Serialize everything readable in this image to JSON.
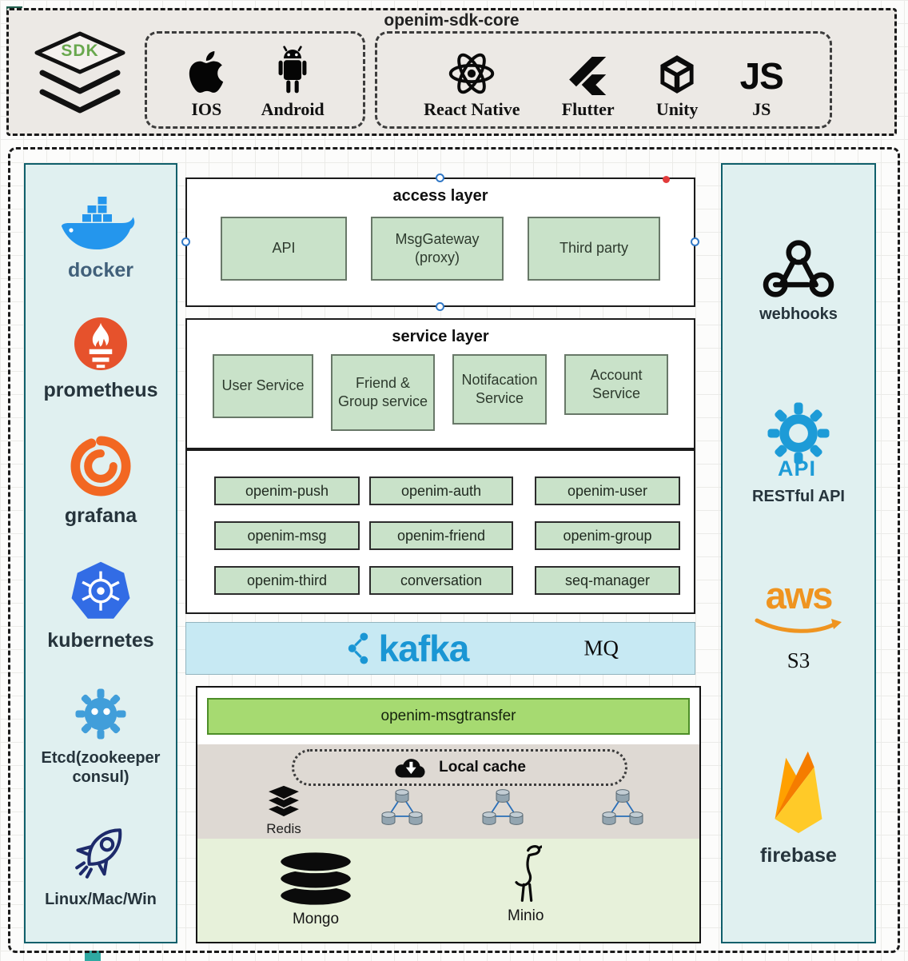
{
  "colors": {
    "green_box": "#c9e2c9",
    "sdk_green": "#69a84e",
    "kafka_blue": "#1a96d4",
    "msgtransfer_green": "#a6da71",
    "sidebar_bg": "#e0f0f0",
    "sidebar_border": "#0f5f6b",
    "mq_bar_bg": "#c7e9f3",
    "aws_orange": "#ef9420",
    "docker_blue": "#2496ed",
    "prometheus_red": "#e6522c",
    "grafana_orange": "#f26722",
    "kubernetes_blue": "#326ce5",
    "etcd_blue": "#419eda",
    "firebase_amber": "#ffca28",
    "selection_handle_blue": "#3178c6",
    "selection_handle_red": "#e23b3b"
  },
  "sdk_section": {
    "title": "openim-sdk-core",
    "logo_text": "SDK",
    "group1": [
      {
        "icon": "apple-icon",
        "label": "IOS"
      },
      {
        "icon": "android-icon",
        "label": "Android"
      }
    ],
    "group2": [
      {
        "icon": "react-icon",
        "label": "React Native"
      },
      {
        "icon": "flutter-icon",
        "label": "Flutter"
      },
      {
        "icon": "unity-icon",
        "label": "Unity"
      },
      {
        "icon": "js-icon",
        "glyph": "JS",
        "label": "JS"
      }
    ]
  },
  "left_sidebar": {
    "items": [
      {
        "icon": "docker-icon",
        "label": "docker"
      },
      {
        "icon": "prometheus-icon",
        "label": "prometheus"
      },
      {
        "icon": "grafana-icon",
        "label": "grafana"
      },
      {
        "icon": "kubernetes-icon",
        "label": "kubernetes"
      },
      {
        "icon": "etcd-icon",
        "label": "Etcd(zookeeper consul)"
      },
      {
        "icon": "rocket-icon",
        "label": "Linux/Mac/Win"
      }
    ]
  },
  "access_layer": {
    "title": "access layer",
    "boxes": [
      "API",
      "MsgGateway (proxy)",
      "Third party"
    ]
  },
  "service_layer": {
    "title": "service layer",
    "boxes": [
      "User Service",
      "Friend & Group service",
      "Notifacation Service",
      "Account Service"
    ]
  },
  "modules": {
    "rows": [
      [
        "openim-push",
        "openim-auth",
        "openim-user"
      ],
      [
        "openim-msg",
        "openim-friend",
        "openim-group"
      ],
      [
        "openim-third",
        "conversation",
        "seq-manager"
      ]
    ]
  },
  "mq": {
    "kafka_wordmark": "kafka",
    "label": "MQ"
  },
  "storage": {
    "msgtransfer": "openim-msgtransfer",
    "local_cache": "Local cache",
    "redis": "Redis",
    "mongo": "Mongo",
    "minio": "Minio"
  },
  "right_sidebar": {
    "items": [
      {
        "icon": "webhooks-icon",
        "label": "webhooks"
      },
      {
        "icon": "restful-api-gear-icon",
        "glyph": "API",
        "label": "RESTful API"
      },
      {
        "icon": "aws-logo-icon",
        "wordmark": "aws",
        "label": "S3"
      },
      {
        "icon": "firebase-icon",
        "label": "firebase"
      }
    ]
  }
}
